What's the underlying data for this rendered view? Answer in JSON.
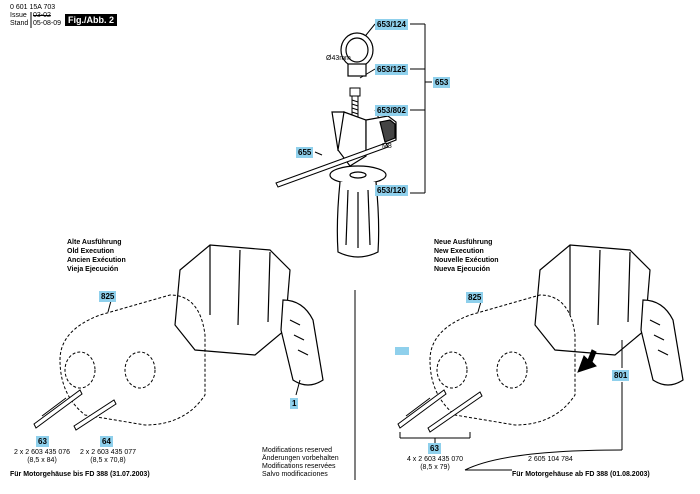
{
  "header": {
    "part_number": "0 601 15A 703",
    "issue_label": "Issue",
    "issue_value": "03-02",
    "stand_label": "Stand",
    "stand_value": "05-08-09",
    "figure_title": "Fig./Abb. 2"
  },
  "callouts": {
    "c653_124": "653/124",
    "c653_125": "653/125",
    "c653": "653",
    "c653_802": "653/802",
    "c655": "655",
    "c653_120": "653/120",
    "c825_left": "825",
    "c825_right": "825",
    "c1": "1",
    "c63_left": "63",
    "c64": "64",
    "c63_right": "63",
    "c801": "801"
  },
  "annotations": {
    "diameter": "Ø43mm",
    "thread": "M8"
  },
  "old_version": {
    "lines": [
      "Alte Ausführung",
      "Old Execution",
      "Ancien Exécution",
      "Vieja Ejecución"
    ]
  },
  "new_version": {
    "lines": [
      "Neue Ausführung",
      "New Execution",
      "Nouvelle Exécution",
      "Nueva Ejecución"
    ]
  },
  "screws": {
    "left_63_code": "2 x 2 603 435 076",
    "left_63_size": "(8,5 x 84)",
    "left_64_code": "2 x 2 603 435 077",
    "left_64_size": "(8,5 x 70,8)",
    "right_63_code": "4 x 2 603 435 070",
    "right_63_size": "(8,5 x 79)",
    "right_801_code": "2 605 104 784"
  },
  "notes": {
    "lines": [
      "Modifications reserved",
      "Änderungen vorbehalten",
      "Modifications reservées",
      "Salvo modificaciones"
    ]
  },
  "footers": {
    "left": "Für Motorgehäuse bis FD 388 (31.07.2003)",
    "right": "Für Motorgehäuse ab FD 388 (01.08.2003)"
  },
  "colors": {
    "callout_bg": "#8fd0ec",
    "title_bg": "#000000"
  }
}
